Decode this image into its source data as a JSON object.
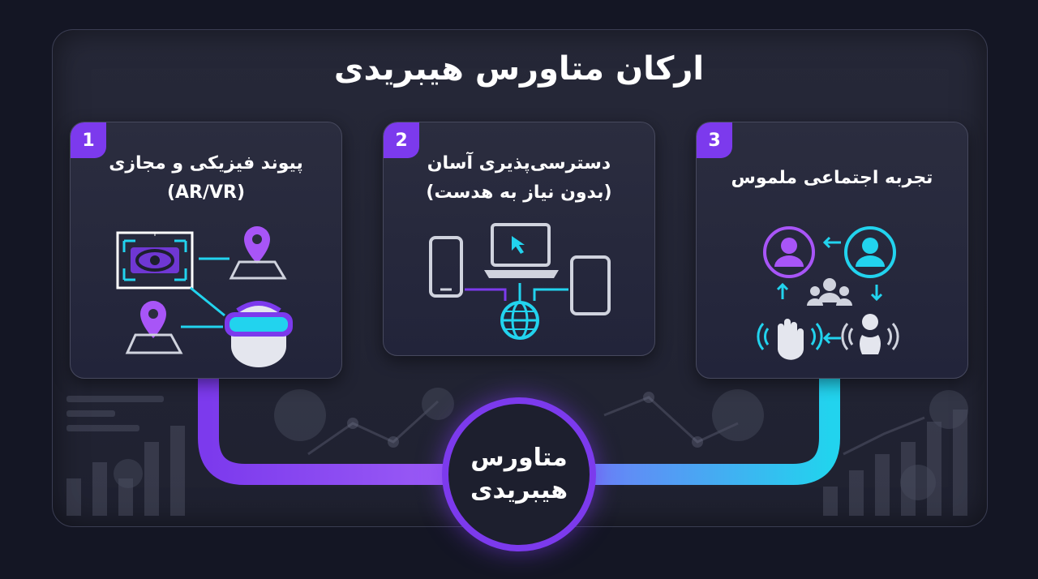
{
  "diagram": {
    "title": "ارکان متاورس هیبریدی",
    "center": {
      "line1": "متاورس",
      "line2": "هیبریدی"
    },
    "pillars": [
      {
        "number": "1",
        "title_line1": "پیوند فیزیکی و مجازی",
        "title_line2": "(AR/VR)"
      },
      {
        "number": "2",
        "title_line1": "دسترسی‌پذیری آسان",
        "title_line2": "(بدون نیاز به هدست)"
      },
      {
        "number": "3",
        "title_line1": "تجربه اجتماعی ملموس"
      }
    ]
  },
  "colors": {
    "background": "#141624",
    "panel": "#262838",
    "accent_purple": "#7c3aed",
    "accent_cyan": "#22d3ee",
    "text": "#ffffff"
  },
  "icons": {
    "pillar1": [
      "ar-eye-view-icon",
      "map-pin-icon",
      "map-pin-icon",
      "vr-headset-person-icon"
    ],
    "pillar2": [
      "smartphone-icon",
      "laptop-icon",
      "tablet-icon",
      "globe-icon"
    ],
    "pillar3": [
      "user-avatar-icon",
      "user-avatar-icon",
      "group-icon",
      "hand-icon",
      "person-signal-icon"
    ]
  }
}
